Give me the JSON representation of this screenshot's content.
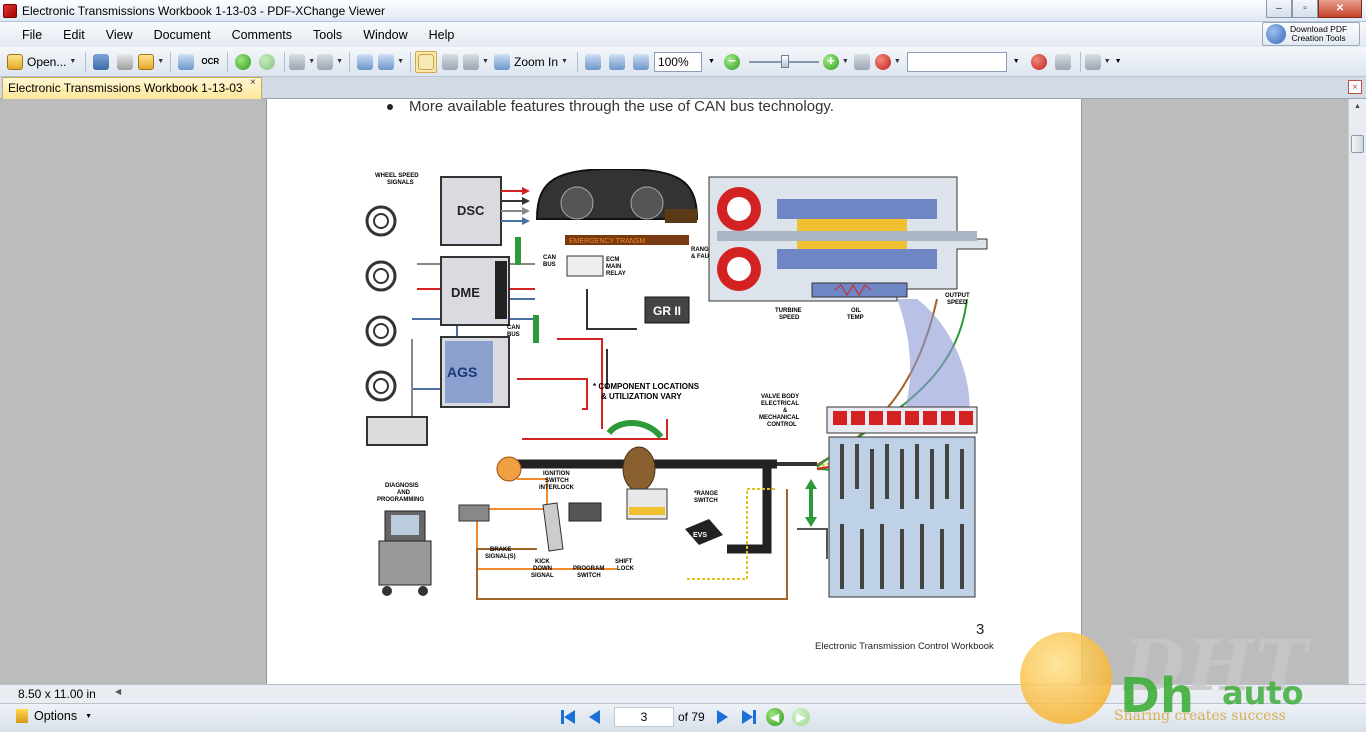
{
  "window": {
    "title": "Electronic Transmissions Workbook 1-13-03 - PDF-XChange Viewer",
    "min_glyph": "‒",
    "max_glyph": "▫",
    "close_glyph": "✕"
  },
  "menu": {
    "items": [
      "File",
      "Edit",
      "View",
      "Document",
      "Comments",
      "Tools",
      "Window",
      "Help"
    ],
    "download_label_1": "Download PDF",
    "download_label_2": "Creation Tools"
  },
  "toolbar": {
    "open_label": "Open...",
    "ocr_label": "OCR",
    "zoom_in_label": "Zoom In",
    "zoom_value": "100%",
    "minus_glyph": "−",
    "plus_glyph": "+",
    "search_value": ""
  },
  "tabs": {
    "document_tab": "Electronic Transmissions Workbook 1-13-03",
    "close_glyph": "×"
  },
  "page": {
    "bullet_text": "More available features through the use of CAN bus technology.",
    "page_number": "3",
    "footer": "Electronic Transmission Control Workbook"
  },
  "diagram": {
    "wheel_speed": [
      "WHEEL SPEED",
      "SIGNALS"
    ],
    "dsc": "DSC",
    "dme": "DME",
    "ags": "AGS",
    "can_bus": [
      "CAN",
      "BUS"
    ],
    "ecm_relay": [
      "ECM",
      "MAIN",
      "RELAY"
    ],
    "range_display": [
      "RANGE, PROGRAM",
      "& FAULT DISPLAY"
    ],
    "dash_display": "EMERGENCY TRANSM",
    "gr2": "GR II",
    "component_note": [
      "* COMPONENT LOCATIONS",
      "& UTILIZATION VARY"
    ],
    "turbine_speed": [
      "TURBINE",
      "SPEED"
    ],
    "oil_temp": [
      "OIL",
      "TEMP"
    ],
    "output_speed": [
      "OUTPUT",
      "SPEED"
    ],
    "valve_body": [
      "VALVE BODY",
      "ELECTRICAL",
      "&",
      "MECHANICAL",
      "CONTROL"
    ],
    "diagnosis": [
      "DIAGNOSIS",
      "AND",
      "PROGRAMMING"
    ],
    "ignition": [
      "IGNITION",
      "SWITCH",
      "INTERLOCK"
    ],
    "brake": [
      "BRAKE",
      "SIGNAL(S)"
    ],
    "kick_down": [
      "KICK",
      "DOWN",
      "SIGNAL"
    ],
    "program_switch": [
      "PROGRAM",
      "SWITCH"
    ],
    "shift_lock": [
      "SHIFT",
      "LOCK"
    ],
    "range_switch": [
      "*RANGE",
      "SWITCH"
    ],
    "evs": "EVS"
  },
  "status": {
    "page_size": "8.50 x 11.00 in",
    "options_label": "Options",
    "current_page": "3",
    "of_pages": "of 79"
  },
  "watermark": {
    "big": "DHT",
    "auto_a": "Dh",
    "auto_b": "auto",
    "slogan": "Sharing creates success"
  },
  "colors": {
    "accent_blue": "#1b6fd8",
    "tab_active": "#fde79a",
    "wire_red": "#d42222",
    "wire_orange": "#f08a2a",
    "wire_green": "#2c9a3a"
  }
}
